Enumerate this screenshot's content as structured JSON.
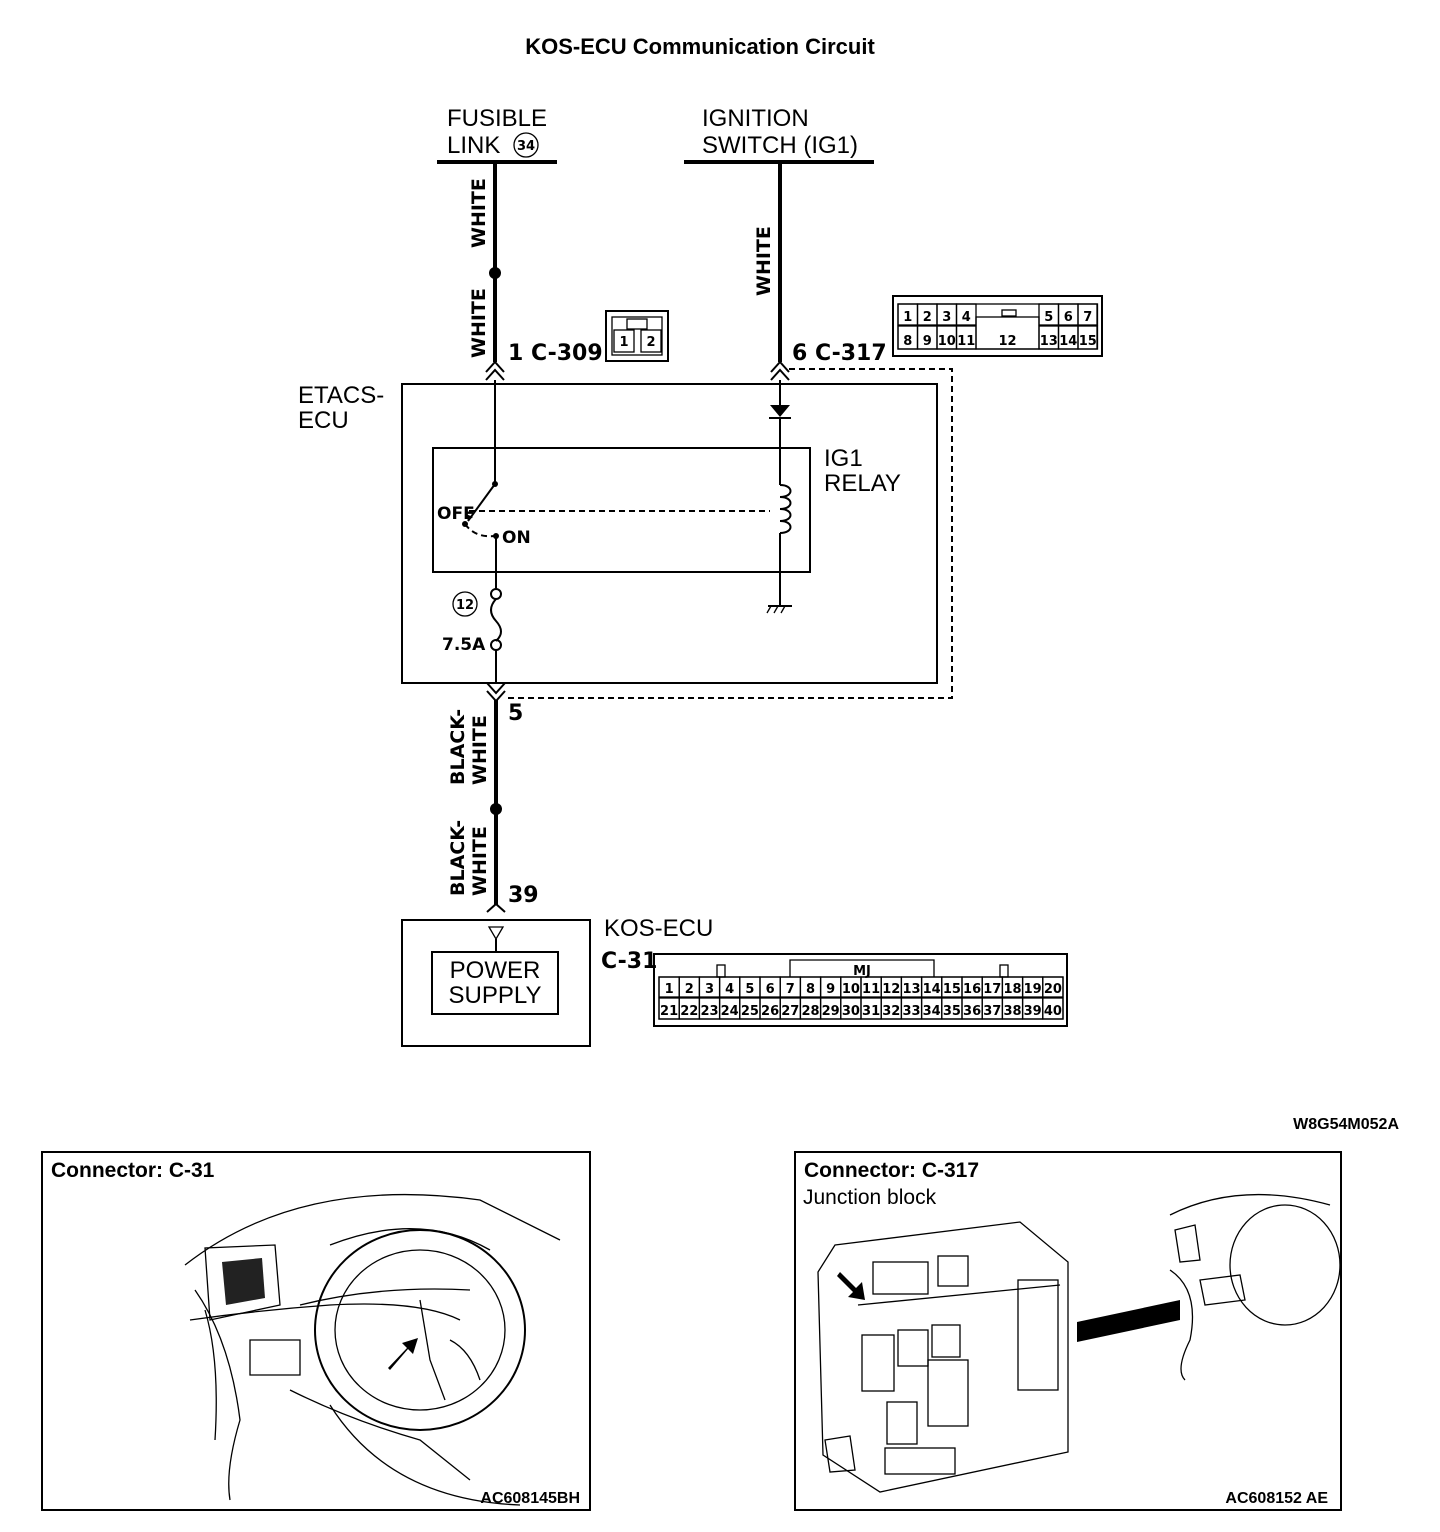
{
  "title": "KOS-ECU Communication Circuit",
  "sources": {
    "fusible_link": [
      "FUSIBLE",
      "LINK"
    ],
    "fusible_link_num": "34",
    "ignition_switch": [
      "IGNITION",
      "SWITCH (IG1)"
    ]
  },
  "wires": {
    "white": "WHITE",
    "black_white_top": "BLACK-",
    "black_white_bottom": "WHITE"
  },
  "connectors": {
    "c309": "1  C-309",
    "c317": "6  C-317",
    "pin5": "5",
    "pin39": "39",
    "c31": "C-31",
    "c309_pins": [
      "1",
      "2"
    ],
    "c317_pins_top": [
      "1",
      "2",
      "3",
      "4",
      "5",
      "6",
      "7"
    ],
    "c317_pins_bottom": [
      "8",
      "9",
      "10",
      "11",
      "13",
      "14",
      "15"
    ],
    "c317_center_pin": "12",
    "c31_mj": "MJ",
    "c31_pins_top": [
      "1",
      "2",
      "3",
      "4",
      "5",
      "6",
      "7",
      "8",
      "9",
      "10",
      "11",
      "12",
      "13",
      "14",
      "15",
      "16",
      "17",
      "18",
      "19",
      "20"
    ],
    "c31_pins_bottom": [
      "21",
      "22",
      "23",
      "24",
      "25",
      "26",
      "27",
      "28",
      "29",
      "30",
      "31",
      "32",
      "33",
      "34",
      "35",
      "36",
      "37",
      "38",
      "39",
      "40"
    ]
  },
  "components": {
    "etacs": [
      "ETACS-",
      "ECU"
    ],
    "relay": [
      "IG1",
      "RELAY"
    ],
    "off": "OFF",
    "on": "ON",
    "fuse_num": "12",
    "fuse_rating": "7.5A",
    "kos_ecu": "KOS-ECU",
    "power_supply": [
      "POWER",
      "SUPPLY"
    ]
  },
  "figure_code": "W8G54M052A",
  "panels": [
    {
      "title": "Connector: C-31",
      "subtitle": "",
      "code": "AC608145BH"
    },
    {
      "title": "Connector: C-317",
      "subtitle": "Junction block",
      "code": "AC608152 AE"
    }
  ]
}
